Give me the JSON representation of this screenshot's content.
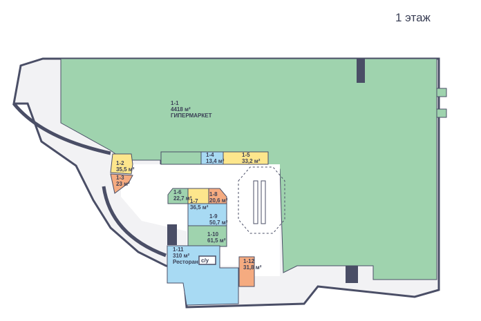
{
  "floor_title": "1 этаж",
  "colors": {
    "green": "#9fd3ae",
    "yellow": "#fde68c",
    "orange": "#f5ab80",
    "blue": "#a8daf3",
    "wall": "#4a4e66"
  },
  "units": [
    {
      "id": "1-1",
      "area": "4418 м²",
      "name": "ГИПЕРМАРКЕТ"
    },
    {
      "id": "1-2",
      "area": "35,5 м²"
    },
    {
      "id": "1-3",
      "area": "23 м²"
    },
    {
      "id": "1-4",
      "area": "13,4 м²"
    },
    {
      "id": "1-5",
      "area": "33,2 м²"
    },
    {
      "id": "1-6",
      "area": "22,7 м²"
    },
    {
      "id": "1-7",
      "area": "36,5 м²"
    },
    {
      "id": "1-8",
      "area": "20,6 м²"
    },
    {
      "id": "1-9",
      "area": "50,7 м²"
    },
    {
      "id": "1-10",
      "area": "61,5 м²"
    },
    {
      "id": "1-11",
      "area": "310 м²",
      "name": "Ресторан"
    },
    {
      "id": "1-12",
      "area": "31,8 м²"
    }
  ],
  "wc_label": "с/у"
}
